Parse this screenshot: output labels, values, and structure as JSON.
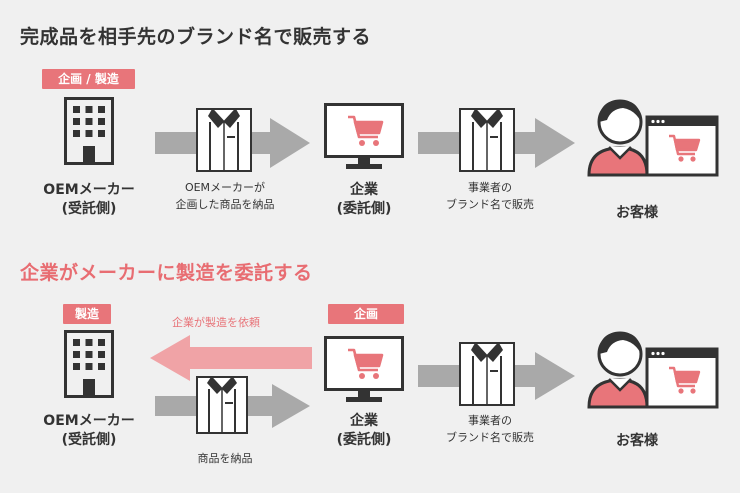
{
  "section1": {
    "heading": "完成品を相手先のブランド名で販売する",
    "tag": "企画 / 製造",
    "maker_label_1": "OEMメーカー",
    "maker_label_2": "(受託側)",
    "arrow1_text_1": "OEMメーカーが",
    "arrow1_text_2": "企画した商品を納品",
    "company_label_1": "企業",
    "company_label_2": "(委託側)",
    "arrow2_text_1": "事業者の",
    "arrow2_text_2": "ブランド名で販売",
    "customer_label": "お客様"
  },
  "section2": {
    "heading": "企業がメーカーに製造を委託する",
    "tag_maker": "製造",
    "tag_company": "企画",
    "request_text": "企業が製造を依頼",
    "maker_label_1": "OEMメーカー",
    "maker_label_2": "(受託側)",
    "deliver_text": "商品を納品",
    "company_label_1": "企業",
    "company_label_2": "(委託側)",
    "arrow2_text_1": "事業者の",
    "arrow2_text_2": "ブランド名で販売",
    "customer_label": "お客様"
  },
  "colors": {
    "accent": "#e8757a",
    "arrow_gray": "#a9a9a9",
    "arrow_pink": "#f0a3a6",
    "icon_dark": "#333333"
  }
}
